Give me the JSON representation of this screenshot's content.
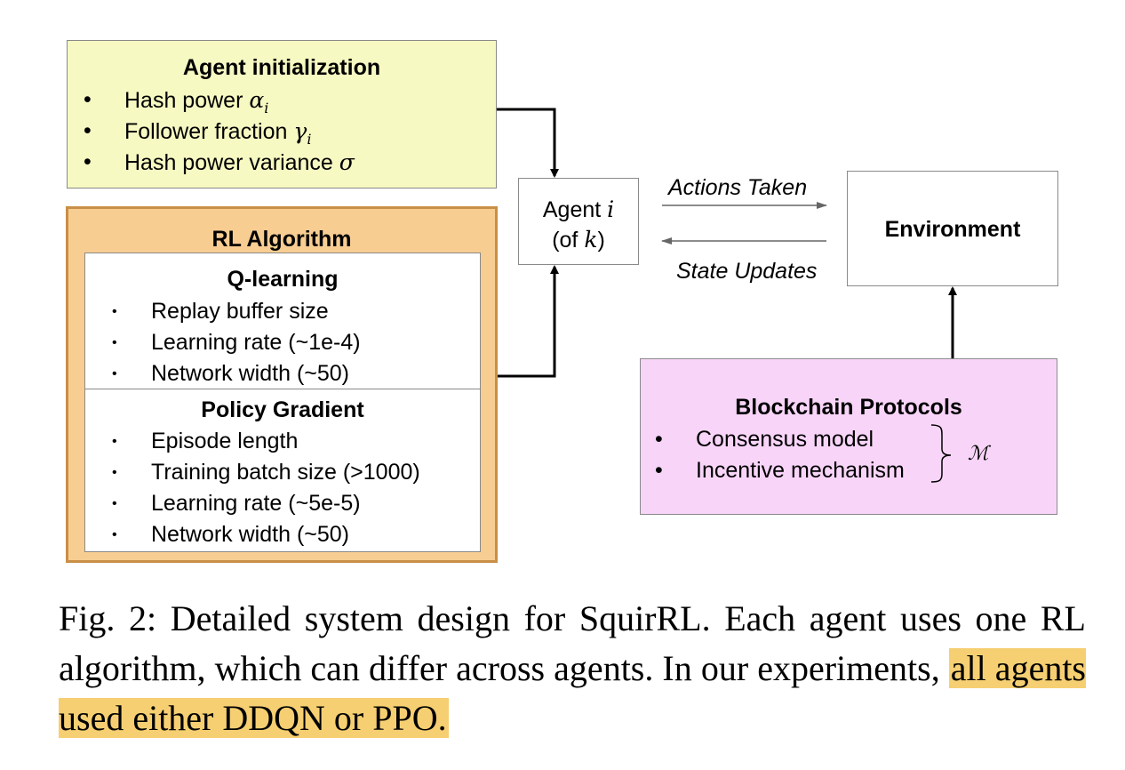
{
  "agent_init": {
    "title": "Agent initialization",
    "items": [
      {
        "text": "Hash power ",
        "symbol": "α",
        "sub": "i"
      },
      {
        "text": "Follower fraction ",
        "symbol": "γ",
        "sub": "i"
      },
      {
        "text": "Hash power variance ",
        "symbol": "σ",
        "sub": ""
      }
    ]
  },
  "rl_algorithm": {
    "title": "RL Algorithm",
    "q_learning": {
      "title": "Q-learning",
      "items": [
        "Replay buffer size",
        "Learning rate (~1e-4)",
        "Network width (~50)"
      ]
    },
    "policy_gradient": {
      "title": "Policy Gradient",
      "items": [
        "Episode length",
        "Training batch size (>1000)",
        "Learning rate (~5e-5)",
        "Network width (~50)"
      ]
    }
  },
  "agent": {
    "line1_text": "Agent ",
    "line1_symbol": "i",
    "line2_open": "(of ",
    "line2_symbol": "k",
    "line2_close": ")"
  },
  "environment": {
    "title": "Environment"
  },
  "arrows": {
    "actions_label": "Actions Taken",
    "state_label": "State Updates"
  },
  "blockchain": {
    "title": "Blockchain Protocols",
    "items": [
      "Consensus model",
      "Incentive mechanism"
    ],
    "brace_symbol": "ℳ"
  },
  "caption": {
    "text": "Fig. 2: Detailed system design for SquirRL. Each agent uses one RL algorithm, which can differ across agents. In our experiments, ",
    "highlight": "all agents used either DDQN or PPO."
  },
  "colors": {
    "init_bg": "#f7f9c2",
    "rl_bg": "#f7cd92",
    "rl_border": "#c98f47",
    "blockchain_bg": "#f8d5f8",
    "highlight": "#f6cf72"
  }
}
